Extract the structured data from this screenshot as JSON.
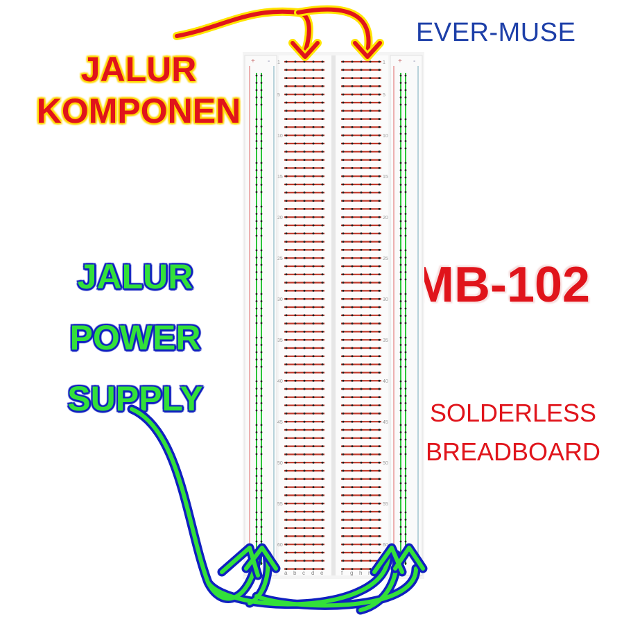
{
  "brand": "EVER-MUSE",
  "labels": {
    "component_lane": [
      "JALUR",
      "KOMPONEN"
    ],
    "power_lane": [
      "JALUR",
      "POWER",
      "SUPPLY"
    ],
    "model": "MB-102",
    "product": [
      "SOLDERLESS",
      "BREADBOARD"
    ]
  },
  "breadboard": {
    "rows": 63,
    "row_number_labels": [
      "1",
      "5",
      "10",
      "15",
      "20",
      "25",
      "30",
      "35",
      "40",
      "45",
      "50",
      "55",
      "60"
    ],
    "left_columns": [
      "a",
      "b",
      "c",
      "d",
      "e"
    ],
    "right_columns": [
      "f",
      "g",
      "h",
      "i",
      "j"
    ],
    "rail_plus": "+",
    "rail_minus": "-"
  },
  "colors": {
    "brand": "#1d3fa8",
    "component_arrow": "#e0141b",
    "component_arrow_glow": "#ffe400",
    "power_arrow": "#33e03a",
    "power_arrow_outline": "#1020c0",
    "strip": "#c0392b",
    "rail_green": "#2cc43a"
  }
}
